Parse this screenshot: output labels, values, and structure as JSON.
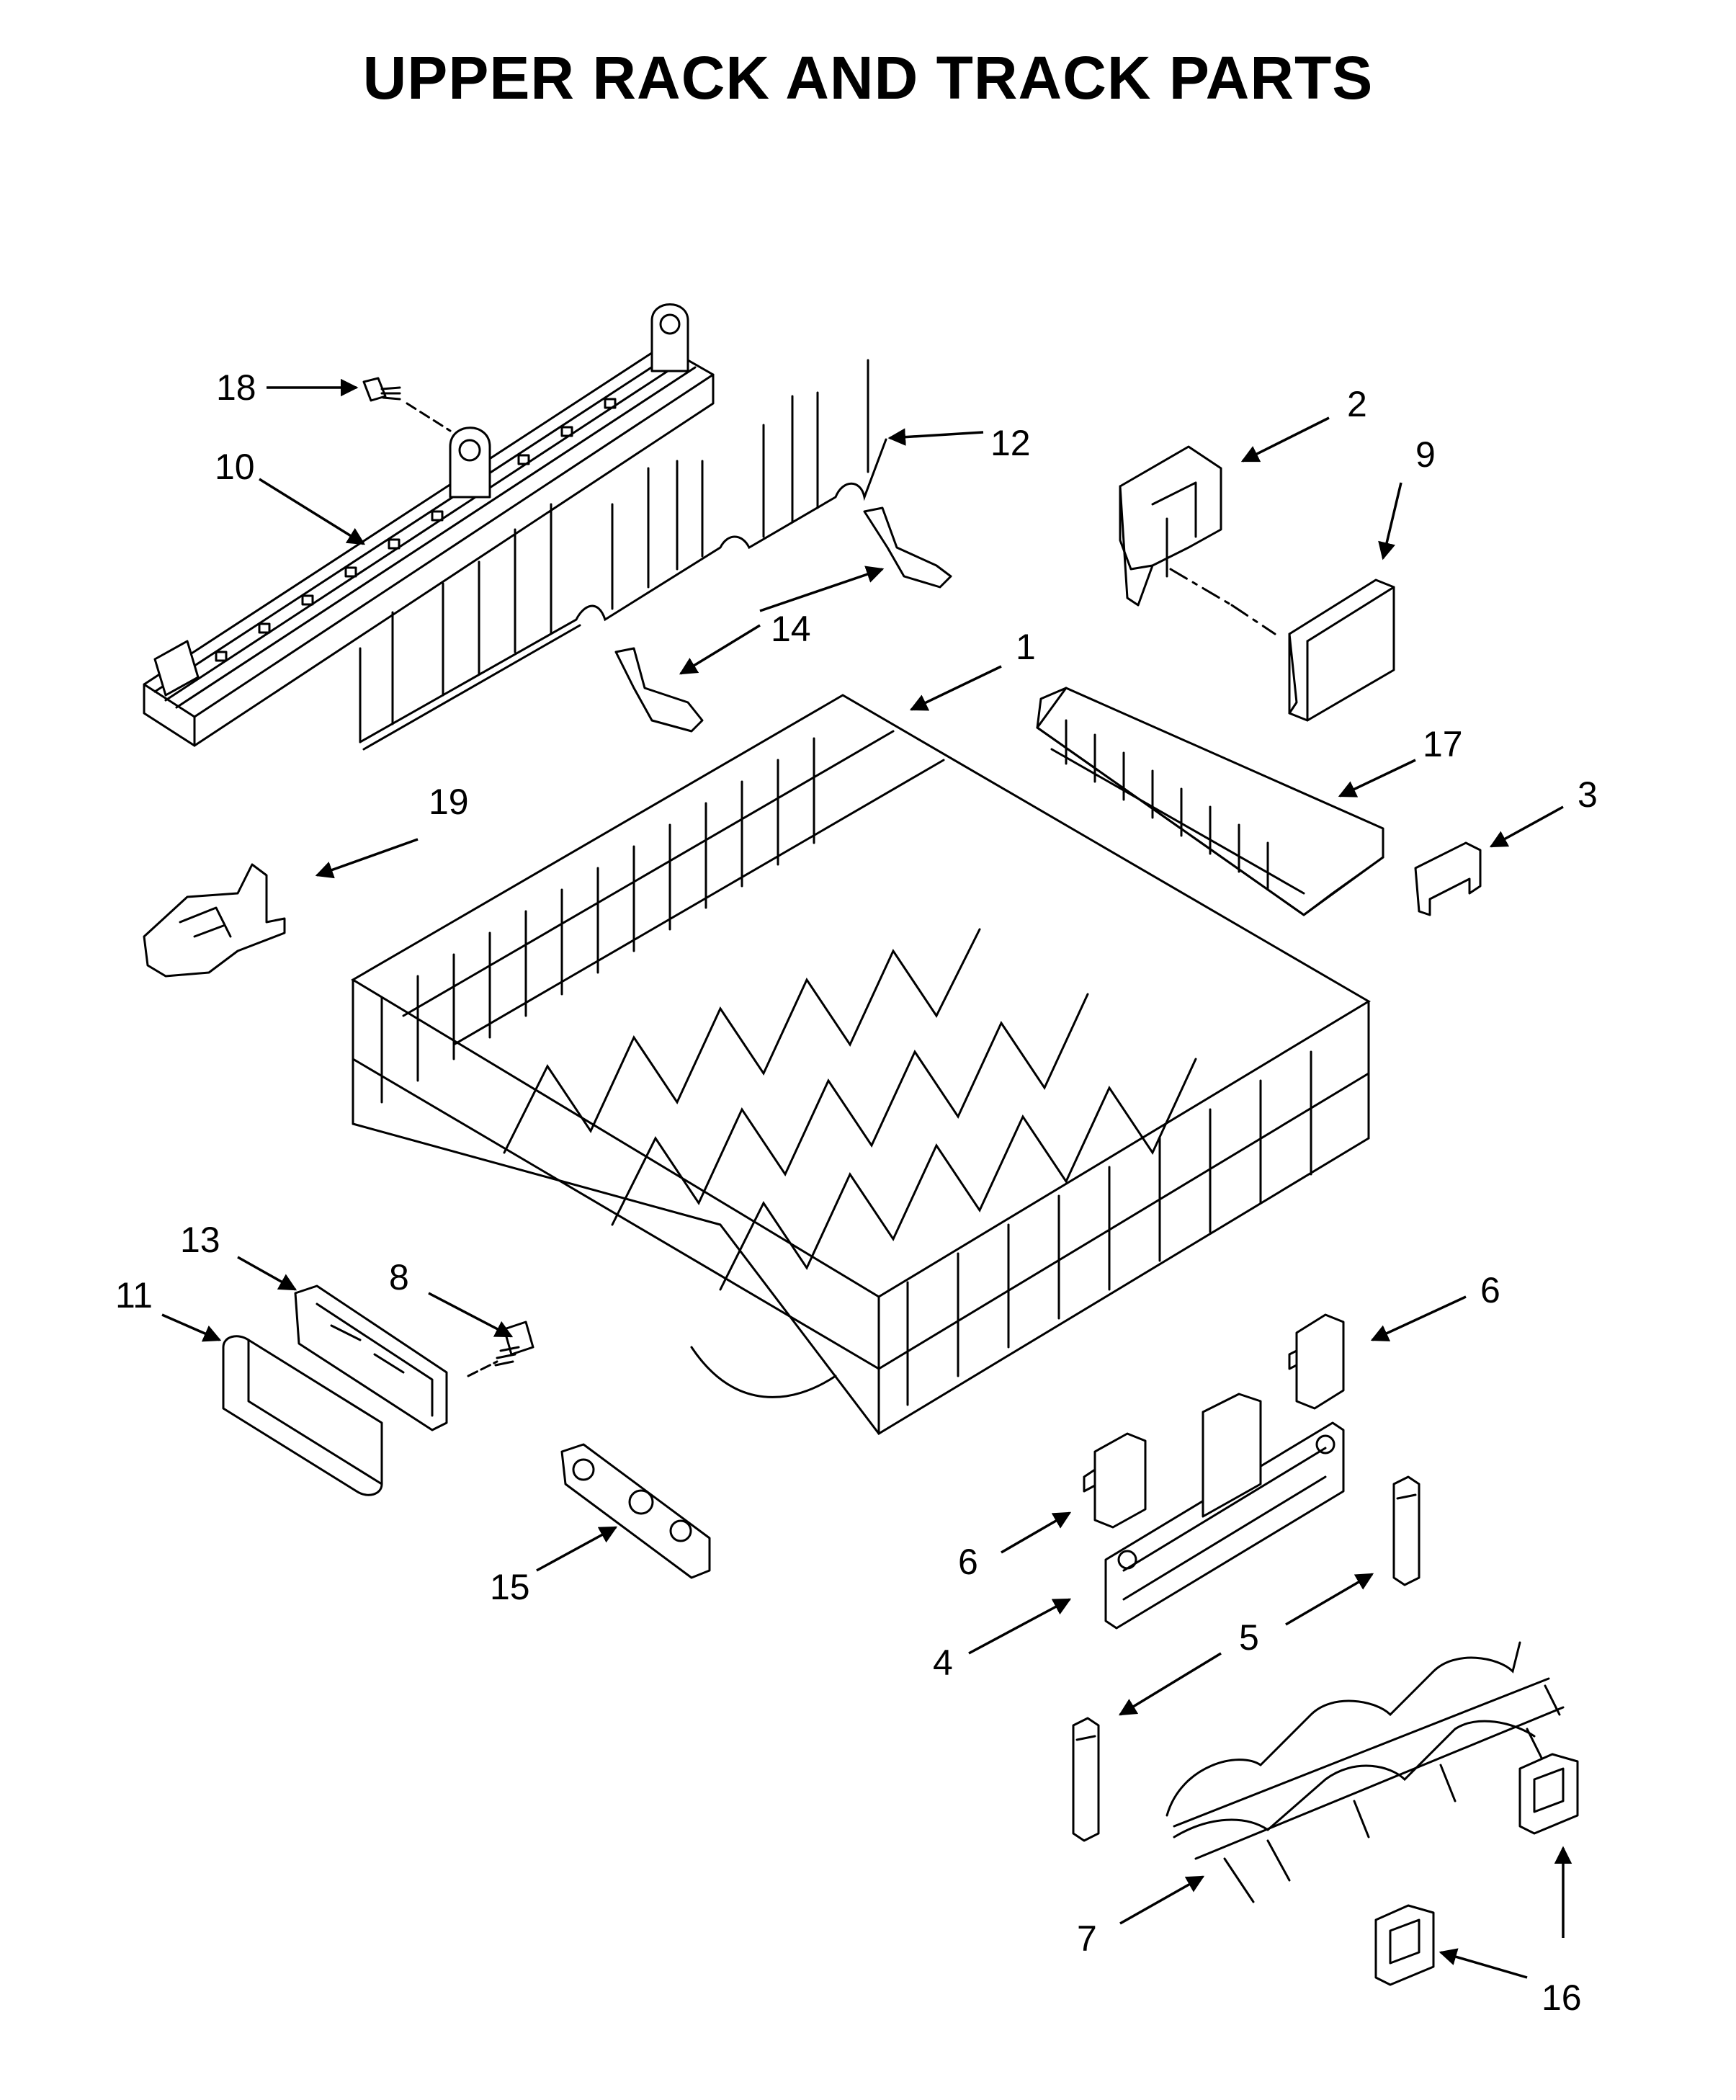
{
  "title": "UPPER RACK AND TRACK PARTS",
  "callouts": [
    "1",
    "2",
    "3",
    "4",
    "5",
    "6",
    "7",
    "8",
    "9",
    "10",
    "11",
    "12",
    "13",
    "14",
    "15",
    "16",
    "17",
    "18",
    "19"
  ]
}
